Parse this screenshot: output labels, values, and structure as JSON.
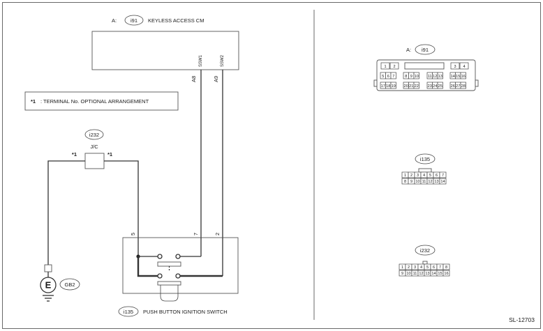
{
  "frame": {
    "ref": "SL-12703"
  },
  "cm": {
    "prefix": "A:",
    "connector": "i91",
    "name": "KEYLESS ACCESS CM",
    "pins": [
      {
        "label": "SSW1",
        "terminal": "A8"
      },
      {
        "label": "SSW2",
        "terminal": "A9"
      }
    ]
  },
  "note": {
    "mark": "*1",
    "text": ": TERMINAL No. OPTIONAL ARRANGEMENT"
  },
  "jc": {
    "connector": "i232",
    "name": "J/C",
    "mark_left": "*1",
    "mark_right": "*1"
  },
  "ground": {
    "symbol": "E",
    "label": "GB2"
  },
  "switch": {
    "connector": "i135",
    "name": "PUSH BUTTON IGNITION SWITCH",
    "pins": [
      "5",
      "7",
      "2"
    ]
  },
  "conn_i91": {
    "prefix": "A:",
    "name": "i91",
    "top_left": [
      "1",
      "2"
    ],
    "top_right": [
      "3",
      "4"
    ],
    "row2": [
      [
        "5",
        "6",
        "7"
      ],
      [
        "8",
        "9",
        "10"
      ],
      [
        "11",
        "12",
        "13"
      ],
      [
        "14",
        "15",
        "16"
      ]
    ],
    "row3": [
      [
        "17",
        "18",
        "19"
      ],
      [
        "20",
        "21",
        "22"
      ],
      [
        "23",
        "24",
        "25"
      ],
      [
        "26",
        "27",
        "28"
      ]
    ]
  },
  "conn_i135": {
    "name": "i135",
    "row1": [
      "1",
      "2",
      "3",
      "4",
      "5",
      "6",
      "7"
    ],
    "row2": [
      "8",
      "9",
      "10",
      "11",
      "12",
      "13",
      "14"
    ]
  },
  "conn_i232": {
    "name": "i232",
    "row1": [
      "1",
      "2",
      "3",
      "4",
      "5",
      "6",
      "7",
      "8"
    ],
    "row2": [
      "9",
      "10",
      "11",
      "12",
      "13",
      "14",
      "15",
      "16"
    ]
  }
}
